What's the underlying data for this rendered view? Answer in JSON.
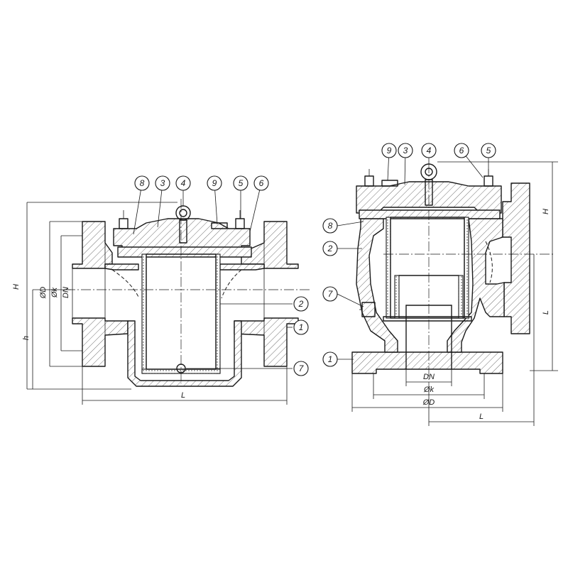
{
  "left_view": {
    "callouts": {
      "c1": "1",
      "c2": "2",
      "c3": "3",
      "c4": "4",
      "c5": "5",
      "c6": "6",
      "c7": "7",
      "c8": "8",
      "c9": "9"
    },
    "dims": {
      "H": "H",
      "h": "h",
      "D": "ØD",
      "k": "Øk",
      "DN": "DN",
      "L": "L"
    }
  },
  "right_view": {
    "callouts": {
      "c1": "1",
      "c2": "2",
      "c3": "3",
      "c4": "4",
      "c5": "5",
      "c6": "6",
      "c7": "7",
      "c8": "8",
      "c9": "9"
    },
    "dims": {
      "H": "H",
      "L_side": "L",
      "DN": "DN",
      "k": "Øk",
      "D": "ØD",
      "L_bottom": "L"
    }
  }
}
